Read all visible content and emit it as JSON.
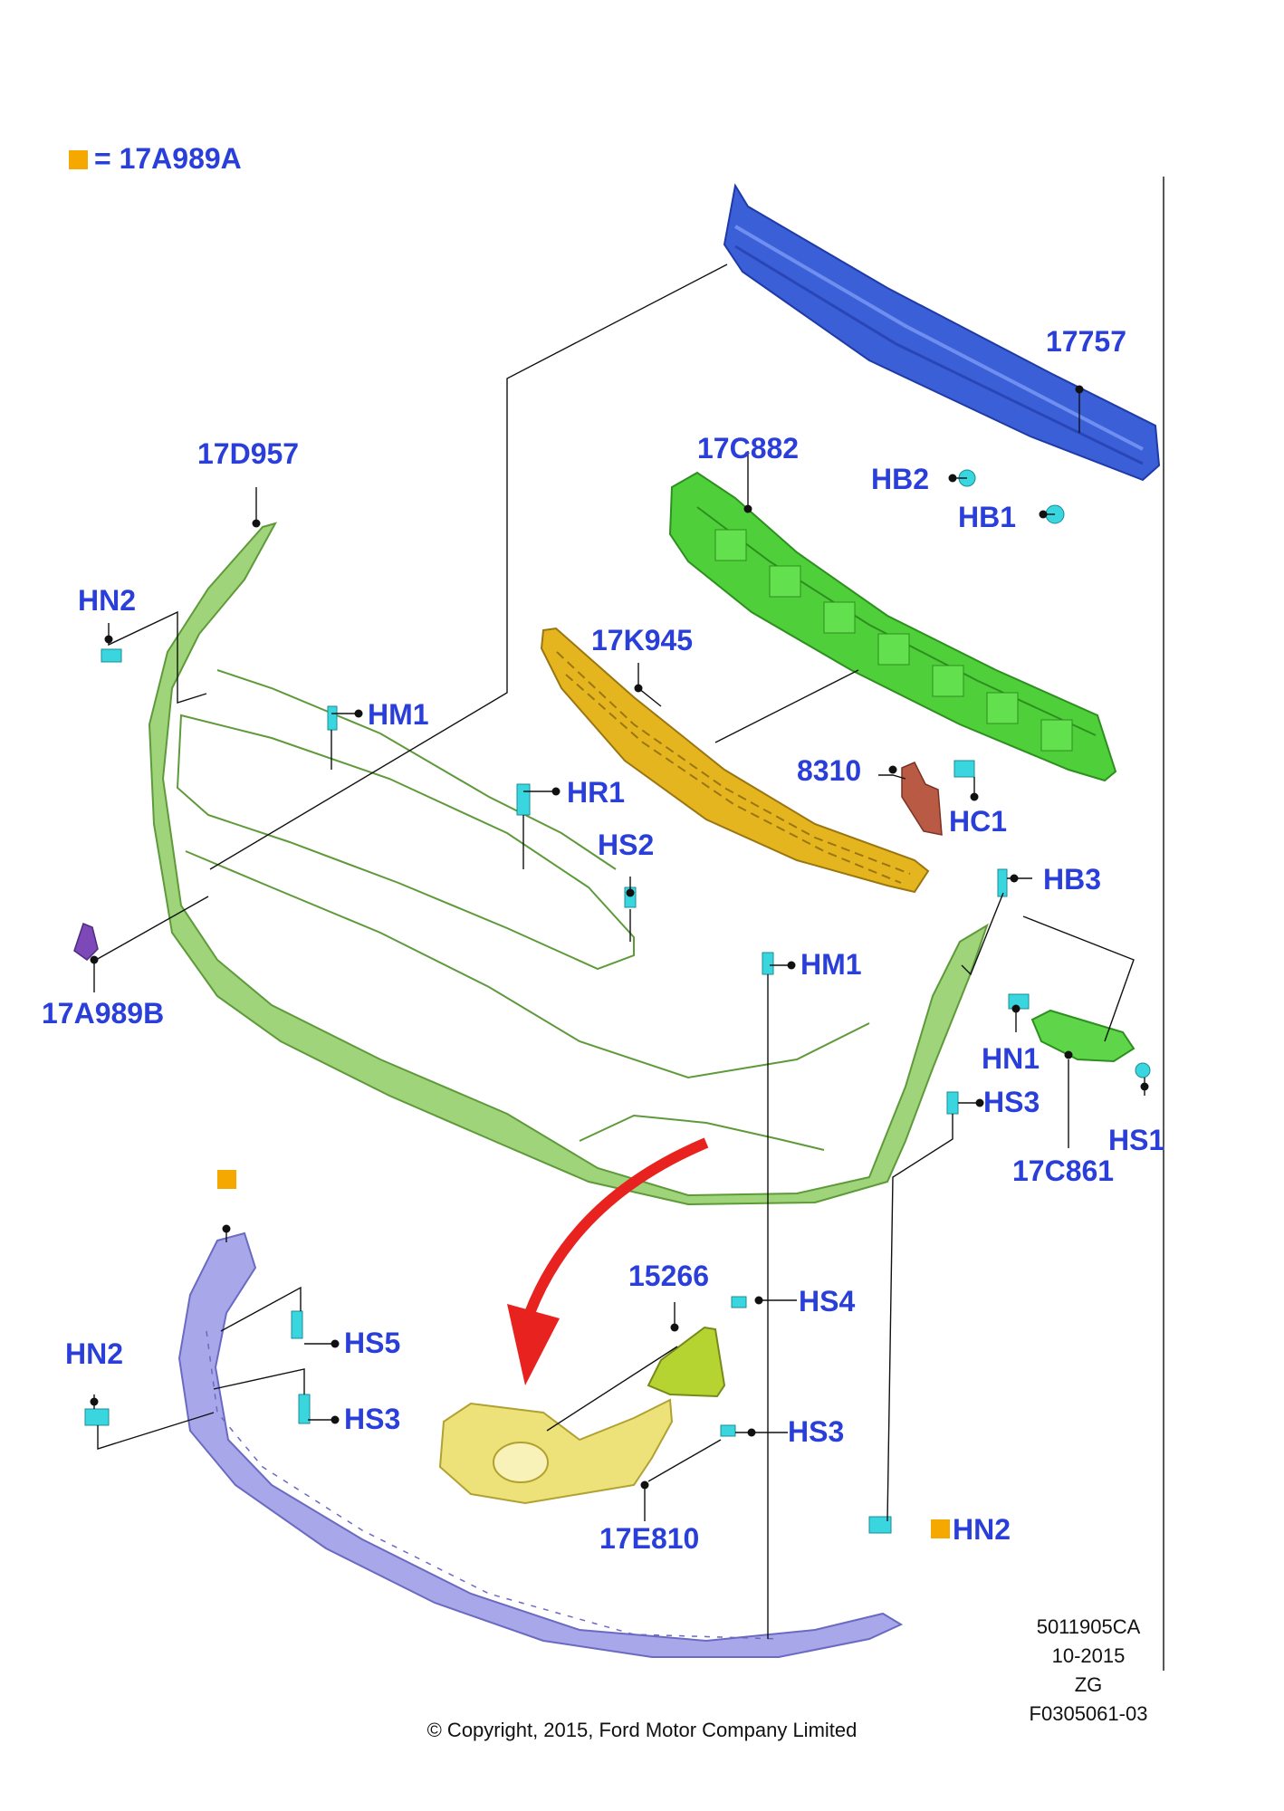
{
  "legend": {
    "marker_color": "#f5a800",
    "text": "= 17A989A"
  },
  "colors": {
    "label": "#2a3fd9",
    "bumper_cover": "#9fd47a",
    "reinforcement": "#3b5fd6",
    "absorber": "#4fcf3a",
    "grille": "#e5b51f",
    "lower_spoiler": "#a7a7ea",
    "fog_bezel": "#ede27a",
    "fastener": "#39d6e0",
    "deflector": "#b85a44",
    "arrow": "#e8221f"
  },
  "labels": [
    {
      "id": "17757",
      "text": "17757"
    },
    {
      "id": "17C882",
      "text": "17C882"
    },
    {
      "id": "HB2",
      "text": "HB2"
    },
    {
      "id": "HB1",
      "text": "HB1"
    },
    {
      "id": "17D957",
      "text": "17D957"
    },
    {
      "id": "HN2-a",
      "text": "HN2"
    },
    {
      "id": "17K945",
      "text": "17K945"
    },
    {
      "id": "HM1-a",
      "text": "HM1"
    },
    {
      "id": "8310",
      "text": "8310"
    },
    {
      "id": "HR1",
      "text": "HR1"
    },
    {
      "id": "HC1",
      "text": "HC1"
    },
    {
      "id": "HS2",
      "text": "HS2"
    },
    {
      "id": "HB3",
      "text": "HB3"
    },
    {
      "id": "HM1-b",
      "text": "HM1"
    },
    {
      "id": "17A989B",
      "text": "17A989B"
    },
    {
      "id": "HN1",
      "text": "HN1"
    },
    {
      "id": "HS3-a",
      "text": "HS3"
    },
    {
      "id": "HS1",
      "text": "HS1"
    },
    {
      "id": "17C861",
      "text": "17C861"
    },
    {
      "id": "15266",
      "text": "15266"
    },
    {
      "id": "HS4",
      "text": "HS4"
    },
    {
      "id": "HS5",
      "text": "HS5"
    },
    {
      "id": "HN2-b",
      "text": "HN2"
    },
    {
      "id": "HS3-b",
      "text": "HS3"
    },
    {
      "id": "HS3-c",
      "text": "HS3"
    },
    {
      "id": "17E810",
      "text": "17E810"
    },
    {
      "id": "HN2-c",
      "text": "HN2"
    }
  ],
  "meta": {
    "code": "5011905CA",
    "date": "10-2015",
    "initials": "ZG",
    "figure": "F0305061-03",
    "copyright": "© Copyright, 2015, Ford Motor Company Limited"
  }
}
